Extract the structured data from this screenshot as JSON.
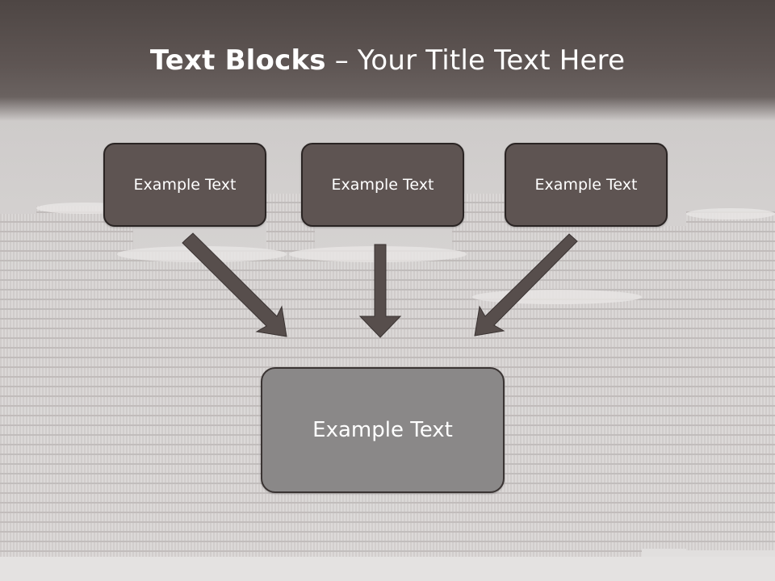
{
  "slide": {
    "title_bold": "Text Blocks",
    "title_rest": " – Your Title Text Here",
    "blocks": [
      {
        "label": "Example Text"
      },
      {
        "label": "Example Text"
      },
      {
        "label": "Example Text"
      }
    ],
    "target_block": {
      "label": "Example Text"
    }
  },
  "colors": {
    "title_band": "#5f5654",
    "block_fill": "#5e5452",
    "target_fill": "#8a8888",
    "arrow": "#574e4c"
  }
}
